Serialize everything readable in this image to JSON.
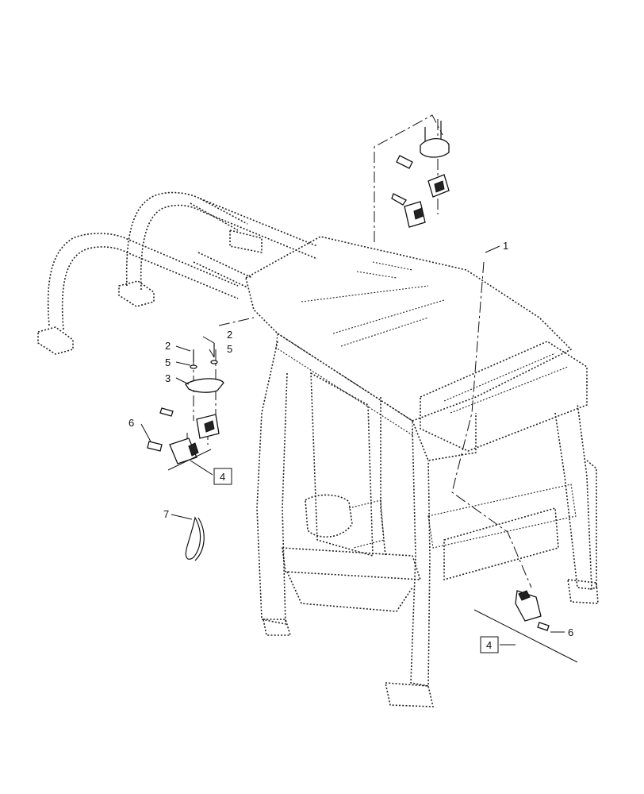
{
  "callouts": {
    "c1": "1",
    "c2a": "2",
    "c2b": "2",
    "c5a": "5",
    "c5b": "5",
    "c3": "3",
    "c6a": "6",
    "c6b": "6",
    "c7": "7"
  },
  "boxes": {
    "b4a": "4",
    "b4b": "4"
  },
  "colors": {
    "line": "#111111",
    "background": "#ffffff"
  }
}
